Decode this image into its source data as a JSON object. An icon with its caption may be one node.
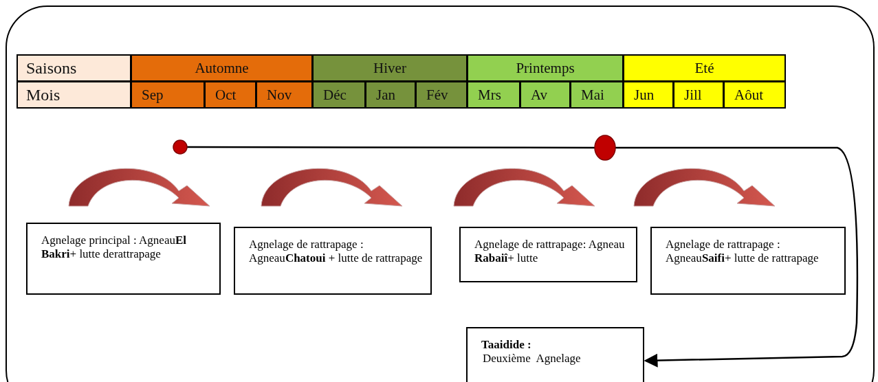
{
  "diagram": {
    "nodes": [
      {
        "text": [],
        "shape": "circle"
      },
      {
        "text": [],
        "shape": "circle"
      },
      {
        "text": [
          "Agnelage principal : Agneau**El Bakri**+ lutte derattrapage"
        ]
      },
      {
        "text": [
          "Agnelage de rattrapage : Agneau**Chatoui** + lutte de rattrapage"
        ]
      },
      {
        "text": [
          "Agnelage de rattrapage: Agneau **Rabaiî**+ lutte"
        ]
      },
      {
        "text": [
          "Agnelage de rattrapage : Agneau**Saifi**+ lutte de rattrapage"
        ]
      },
      {
        "text": [
          "Taaidide :",
          "Deuxième  Agnelage"
        ]
      }
    ],
    "edges": [
      {
        "from": 0,
        "to": 1,
        "arrow": "none"
      },
      {
        "from": 1,
        "to": 6,
        "arrow": "to"
      }
    ],
    "labels": [
      "Saisons",
      "Automne",
      "Hiver",
      "Printemps",
      "Eté",
      "Mois",
      "Sep",
      "Oct",
      "Nov",
      "Déc",
      "Jan",
      "Fév",
      "Mrs",
      "Av",
      "Mai",
      "Jun",
      "Jill",
      "Aôut"
    ]
  }
}
